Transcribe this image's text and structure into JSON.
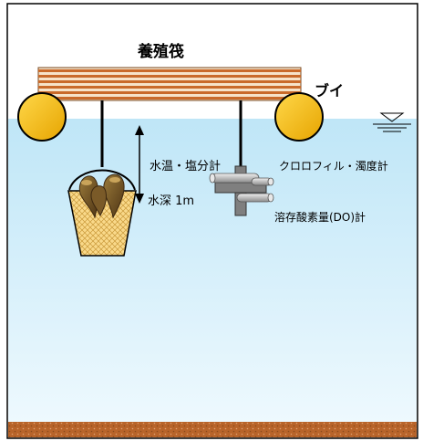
{
  "labels": {
    "raft": "養殖筏",
    "buoy": "ブイ",
    "temp_salinity_meter": "水温・塩分計",
    "depth": "水深 1m",
    "chlorophyll_turbidity_meter": "クロロフィル・濁度計",
    "do_meter": "溶存酸素量(DO)計"
  },
  "colors": {
    "water_top": "#bfe6f7",
    "water_bottom": "#e9f7fd",
    "raft_orange": "#c96a2a",
    "raft_light": "#f6e3c9",
    "buoy_fill": "#f5b800",
    "seabed": "#b8642a",
    "basket_fill": "#f9d98a",
    "sensor_gray": "#7f7f7f",
    "oyster_brown": "#6b4a22"
  },
  "icons": {
    "water_surface": "water-surface-symbol",
    "oysters": "oyster-cluster"
  }
}
